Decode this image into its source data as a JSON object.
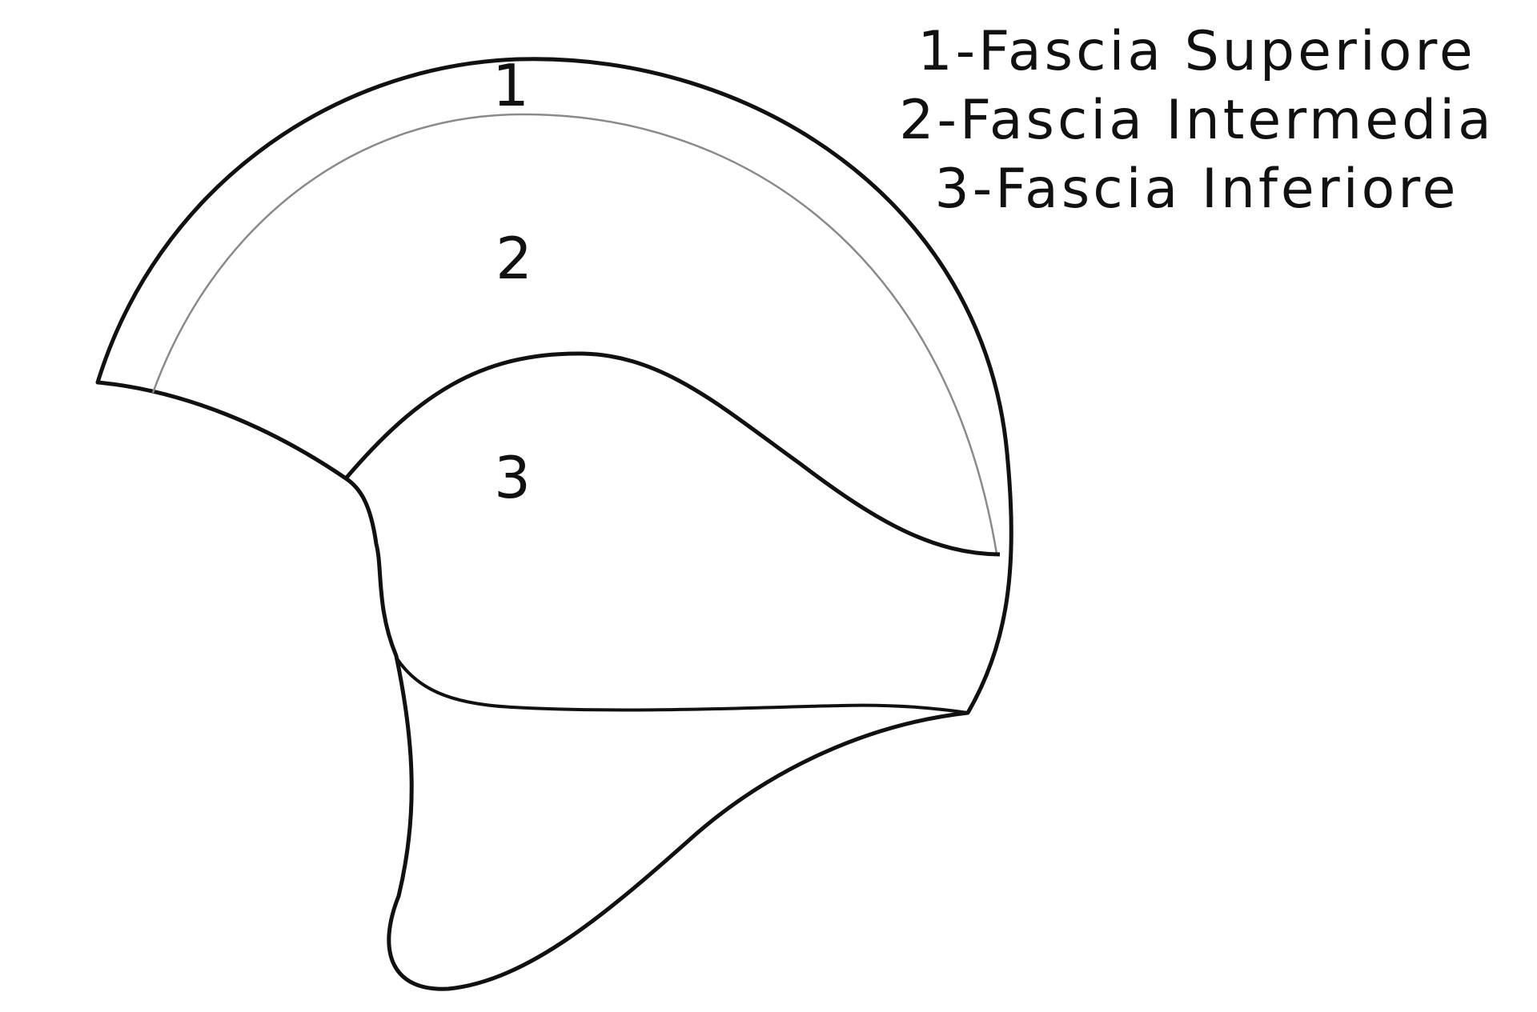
{
  "zones": [
    {
      "number": "1",
      "name": "Fascia Superiore"
    },
    {
      "number": "2",
      "name": "Fascia Intermedia"
    },
    {
      "number": "3",
      "name": "Fascia Inferiore"
    }
  ],
  "legend": {
    "item_1": "1-Fascia Superiore",
    "item_2": "2-Fascia Intermedia",
    "item_3": "3-Fascia Inferiore"
  },
  "colors": {
    "outline": "#111111",
    "inner_divider": "#8a8a8a",
    "background": "#ffffff"
  }
}
